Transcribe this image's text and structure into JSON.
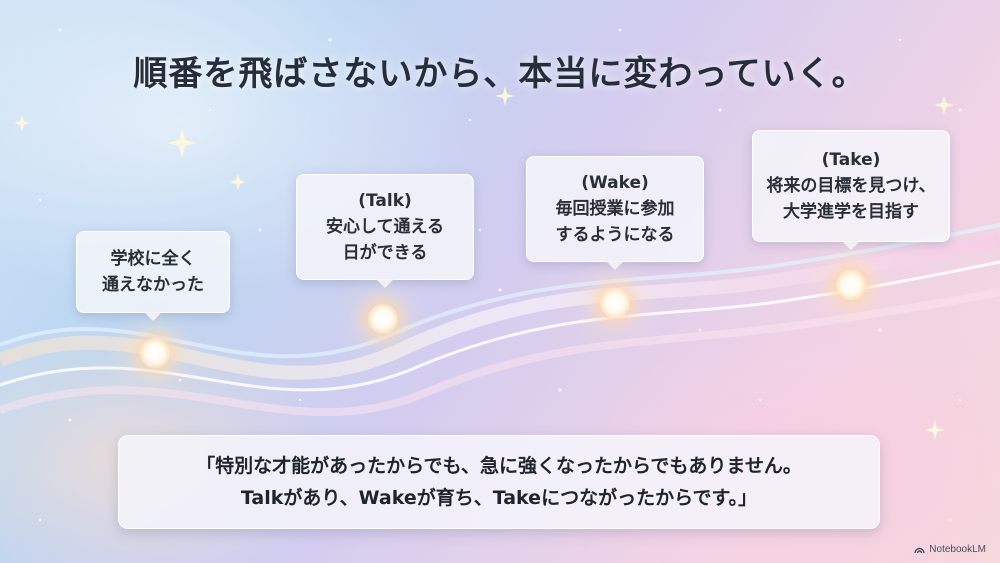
{
  "title": "順番を飛ばさないから、本当に変わっていく。",
  "steps": [
    {
      "lines": [
        "学校に全く",
        "通えなかった"
      ]
    },
    {
      "tag": "(Talk)",
      "lines": [
        "安心して通える",
        "日ができる"
      ]
    },
    {
      "tag": "(Wake)",
      "lines": [
        "毎回授業に参加",
        "するようになる"
      ]
    },
    {
      "tag": "(Take)",
      "lines": [
        "将来の目標を見つけ、",
        "大学進学を目指す"
      ]
    }
  ],
  "quote": {
    "line1": "「特別な才能があったからでも、急に強くなったからでもありません。",
    "line2": "Talkがあり、Wakeが育ち、Takeにつながったからです。」"
  },
  "brand": "NotebookLM"
}
